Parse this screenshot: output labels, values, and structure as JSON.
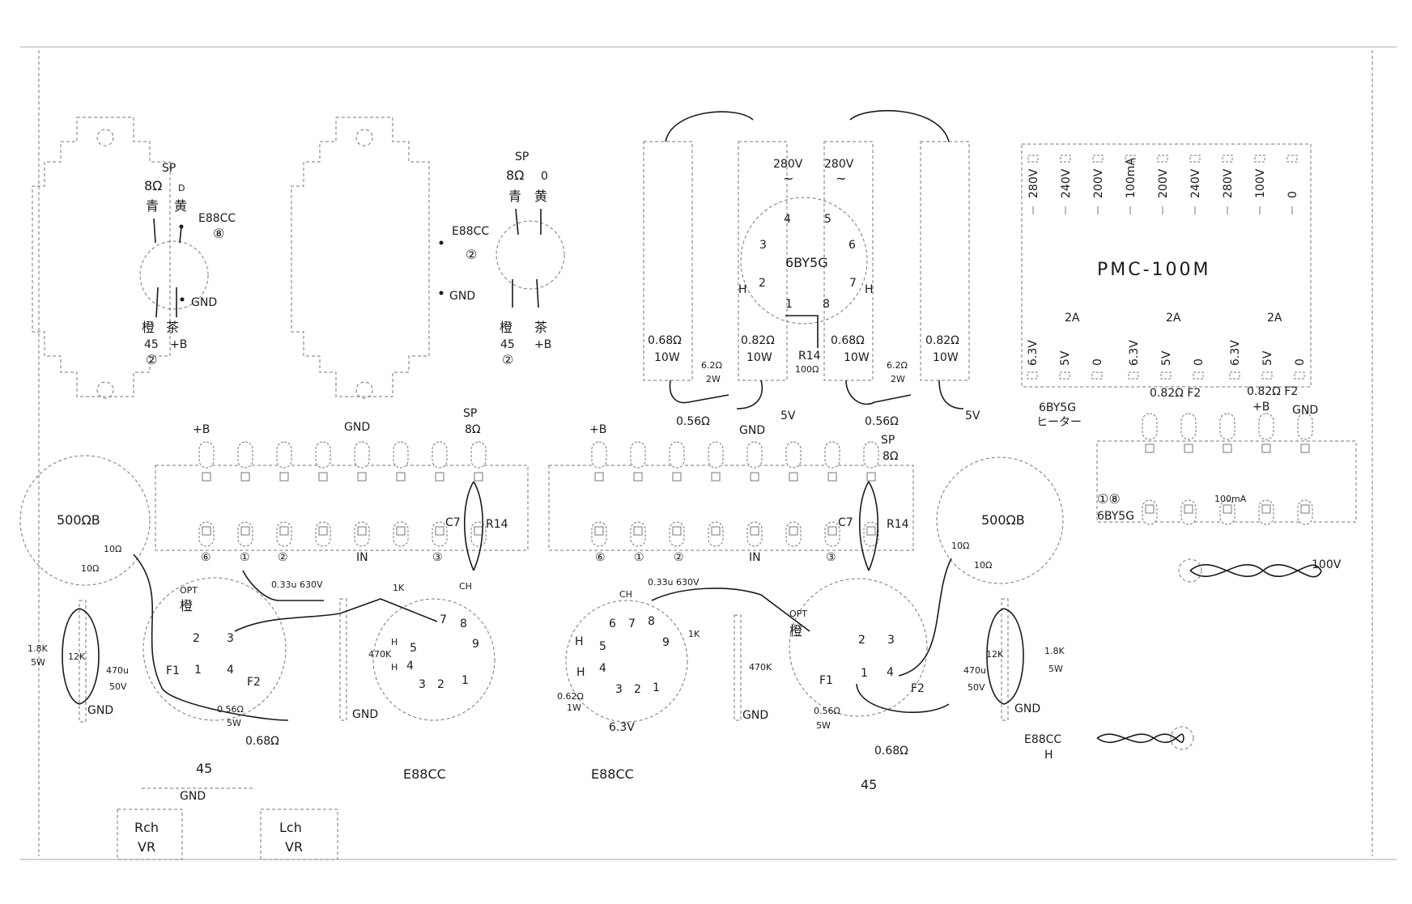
{
  "output_transformers": [
    {
      "sp": "SP",
      "ohm8": "8Ω",
      "blue": "青",
      "d": "D",
      "yellow": "黄",
      "e88cc": "E88CC",
      "e88cc_pin": "⑧",
      "gnd": "GND",
      "orange": "橙",
      "brown": "茶",
      "out45": "45",
      "circ2": "②",
      "plusb": "+B"
    },
    {
      "sp": "SP",
      "ohm8": "8Ω",
      "zero": "0",
      "blue": "青",
      "yellow": "黄",
      "e88cc": "E88CC",
      "e88cc_pin": "②",
      "gnd": "GND",
      "orange": "橙",
      "brown": "茶",
      "out45": "45",
      "circ2": "②",
      "plusb": "+B"
    }
  ],
  "choke": {
    "v280a": "280V",
    "v280b": "280V",
    "tube": "6BY5G",
    "pins": [
      "1",
      "2",
      "3",
      "4",
      "5",
      "6",
      "7",
      "8"
    ],
    "h": "H",
    "r_068": "0.68Ω",
    "w10": "10W",
    "r_082": "0.82Ω",
    "r_62": "6.2Ω",
    "w2": "2W",
    "r_056": "0.56Ω",
    "gnd": "GND",
    "v5": "5V",
    "r14": "R14",
    "r14v": "100Ω",
    "tilde": "~"
  },
  "power_transformer": {
    "name": "PMC-100M",
    "top_taps": [
      "280V",
      "240V",
      "200V",
      "100mA",
      "200V",
      "240V",
      "280V",
      "100V",
      "0"
    ],
    "bot_groups": [
      {
        "amp": "2A",
        "taps": [
          "6.3V",
          "5V",
          "0"
        ]
      },
      {
        "amp": "2A",
        "taps": [
          "6.3V",
          "5V",
          "0"
        ]
      },
      {
        "amp": "2A",
        "taps": [
          "6.3V",
          "5V",
          "0"
        ]
      }
    ],
    "heater_tube": "6BY5G",
    "heater_label": "ヒーター",
    "f2a": "0.82Ω F2",
    "f2b": "0.82Ω F2"
  },
  "power_lugstrip": {
    "plusb": "+B",
    "gnd": "GND",
    "pin18": "①⑧",
    "tube": "6BY5G",
    "ma": "100mA",
    "v100": "100V"
  },
  "left_amp": {
    "plusb": "+B",
    "gnd_top": "GND",
    "sp": "SP",
    "sp8": "8Ω",
    "lug_labels": [
      "⑥",
      "①",
      "②",
      "IN",
      "③"
    ],
    "c7": "C7",
    "r14": "R14",
    "vol": "500ΩB",
    "r10a": "10Ω",
    "r10b": "10Ω",
    "r18k": "1.8K",
    "w5": "5W",
    "r12k": "12K",
    "cap": "470u",
    "v50": "50V",
    "gnd": "GND",
    "opt": "OPT",
    "orange": "橙",
    "sock_pins": [
      "1",
      "2",
      "3",
      "4"
    ],
    "f1": "F1",
    "f2": "F2",
    "r056": "0.56Ω",
    "w5b": "5W",
    "r068": "0.68Ω",
    "coup": "0.33u 630V",
    "r1k": "1K",
    "ch": "CH",
    "r470k": "470K",
    "gnd2": "GND",
    "tube_pins": [
      "1",
      "2",
      "3",
      "4",
      "5",
      "7",
      "8",
      "9"
    ],
    "h": "H",
    "tube45": "45",
    "tubeE": "E88CC"
  },
  "right_amp": {
    "plusb": "+B",
    "sp": "SP",
    "sp8": "8Ω",
    "lug_labels": [
      "⑥",
      "①",
      "②",
      "IN",
      "③"
    ],
    "c7": "C7",
    "r14": "R14",
    "vol": "500ΩB",
    "coup": "0.33u 630V",
    "ch": "CH",
    "r1k": "1K",
    "h": "H",
    "tube_pins": [
      "1",
      "2",
      "3",
      "4",
      "5",
      "6",
      "7",
      "8",
      "9"
    ],
    "r062": "0.62Ω",
    "w1": "1W",
    "v63": "6.3V",
    "r470k": "470K",
    "gnd": "GND",
    "opt": "OPT",
    "orange": "橙",
    "sock_pins": [
      "1",
      "2",
      "3",
      "4"
    ],
    "f1": "F1",
    "f2": "F2",
    "r056": "0.56Ω",
    "w5": "5W",
    "r068": "0.68Ω",
    "r10a": "10Ω",
    "r10b": "10Ω",
    "r12k": "12K",
    "r18k": "1.8K",
    "w5b": "5W",
    "cap": "470u",
    "v50": "50V",
    "gnd2": "GND",
    "tubeE": "E88CC",
    "tube45": "45",
    "heat": "E88CC",
    "heat_h": "H"
  },
  "bottom": {
    "gnd": "GND",
    "rch": "Rch",
    "lch": "Lch",
    "vr1": "VR",
    "vr2": "VR"
  }
}
